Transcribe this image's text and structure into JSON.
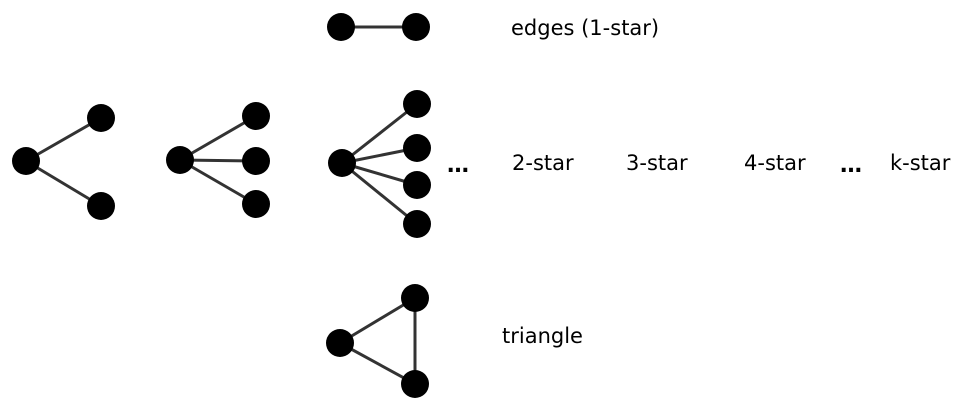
{
  "labels": {
    "edges": "edges (1-star)",
    "star2": "2-star",
    "star3": "3-star",
    "star4": "4-star",
    "stark": "k-star",
    "triangle": "triangle"
  },
  "ellipsis": "…",
  "colors": {
    "node": "#000000",
    "edge": "#333333",
    "text": "#000000"
  }
}
